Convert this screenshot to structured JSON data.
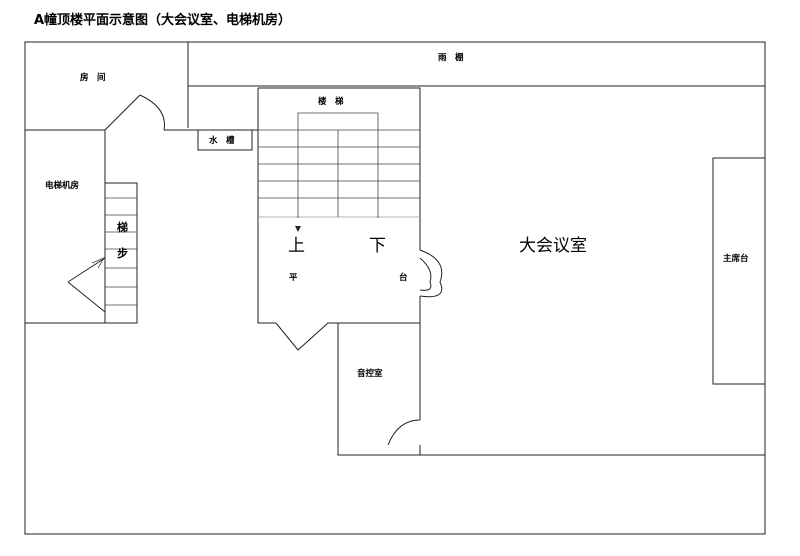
{
  "title": "A幢顶楼平面示意图（大会议室、电梯机房）",
  "rooms": {
    "room": "房　间",
    "canopy": "雨　棚",
    "stairs": "楼　梯",
    "water_tank": "水　槽",
    "elevator_room": "电梯机房",
    "ladder_1": "梯",
    "ladder_2": "步",
    "up": "上",
    "down": "下",
    "landing_1": "平",
    "landing_2": "台",
    "meeting_room": "大会议室",
    "podium": "主席台",
    "control_room": "音控室"
  },
  "colors": {
    "line": "#222222",
    "background": "#ffffff"
  }
}
